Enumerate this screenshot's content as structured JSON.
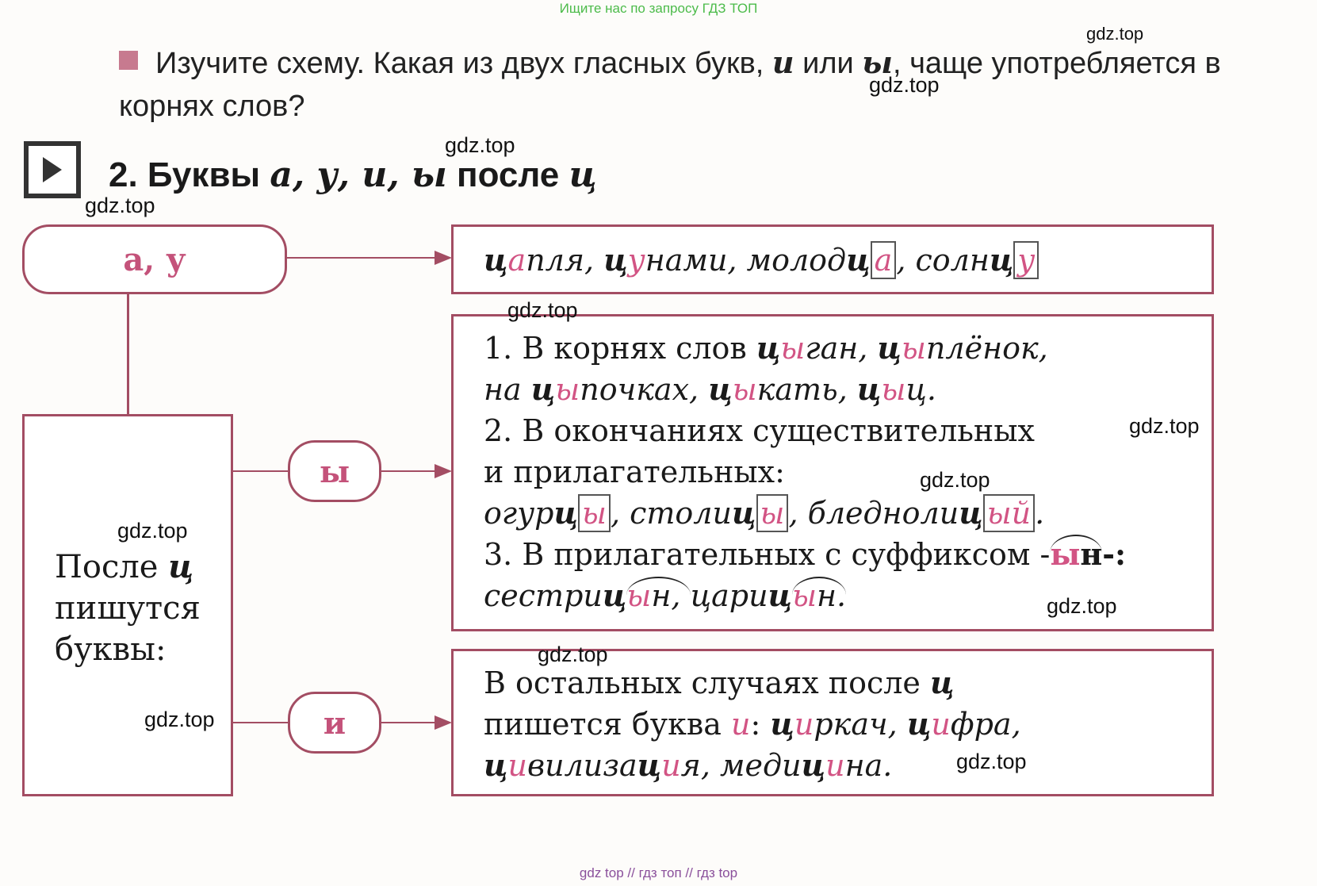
{
  "top_banner": "Ищите нас по запросу ГДЗ ТОП",
  "bottom_banner": "gdz top  //  гдз топ  //  гдз top",
  "watermark": "gdz.top",
  "task": {
    "text_before": "Изучите схему. Какая из двух гласных букв, ",
    "letter1": "и",
    "text_mid": " или ",
    "letter2": "ы",
    "text_after": ", чаще употребляется в корнях слов?"
  },
  "heading": {
    "prefix": "2. Буквы ",
    "letters": "а, у, и, ы",
    "mid": " после ",
    "letter": "ц"
  },
  "scheme": {
    "pill_au": "а, у",
    "pill_y": "ы",
    "pill_i": "и",
    "left_box": {
      "line1": "После ",
      "line1_letter": "ц",
      "line2": "пишутся",
      "line3": "буквы:"
    },
    "box1": {
      "w1a": "ц",
      "w1b": "а",
      "w1c": "пля, ",
      "w2a": "ц",
      "w2b": "у",
      "w2c": "нами, ",
      "w3a": "молод",
      "w3b": "ц",
      "w3c": "а",
      "w3d": ", ",
      "w4a": "солн",
      "w4b": "ц",
      "w4c": "у"
    },
    "box2": {
      "r1_label": "1. В корнях слов ",
      "r1_w1a": "ц",
      "r1_w1b": "ы",
      "r1_w1c": "ган, ",
      "r1_w2a": "ц",
      "r1_w2b": "ы",
      "r1_w2c": "плёнок,",
      "r1_w3a": "на ",
      "r1_w3b": "ц",
      "r1_w3c": "ы",
      "r1_w3d": "почках, ",
      "r1_w4a": "ц",
      "r1_w4b": "ы",
      "r1_w4c": "кать, ",
      "r1_w5a": "ц",
      "r1_w5b": "ы",
      "r1_w5c": "ц",
      "r1_w5d": ".",
      "r2_label1": "2. В окончаниях существительных",
      "r2_label2": "и прилагательных:",
      "r2_w1a": "огур",
      "r2_w1b": "ц",
      "r2_w1c": "ы",
      "r2_w1d": ", ",
      "r2_w2a": "стол",
      "r2_w2b": "и",
      "r2_w2c": "ц",
      "r2_w2d": "ы",
      "r2_w2e": ", ",
      "r2_w3a": "бледнол",
      "r2_w3b": "и",
      "r2_w3c": "ц",
      "r2_w3d": "ый",
      "r2_w3e": ".",
      "r3_label": "3. В прилагательных с суффиксом -",
      "r3_suffix_a": "ы",
      "r3_suffix_b": "н",
      "r3_suffix_c": "-:",
      "r3_w1a": "сестри",
      "r3_w1b": "ц",
      "r3_w1c": "ы",
      "r3_w1d": "н, ",
      "r3_w2a": "цари",
      "r3_w2b": "ц",
      "r3_w2c": "ы",
      "r3_w2d": "н."
    },
    "box3": {
      "l1a": "В остальных случаях после ",
      "l1b": "ц",
      "l2a": "пишется буква ",
      "l2b": "и",
      "l2c": ": ",
      "l2d": "ц",
      "l2e": "и",
      "l2f": "ркач, ",
      "l2g": "ц",
      "l2h": "и",
      "l2i": "фра,",
      "l3a": "ц",
      "l3b": "и",
      "l3c": "вилиза",
      "l3d": "ц",
      "l3e": "и",
      "l3f": "я, ",
      "l3g": "меди",
      "l3h": "ц",
      "l3i": "и",
      "l3j": "на."
    }
  },
  "colors": {
    "accent": "#a34d63",
    "highlight": "#d25484",
    "banner": "#4cbb4a"
  }
}
